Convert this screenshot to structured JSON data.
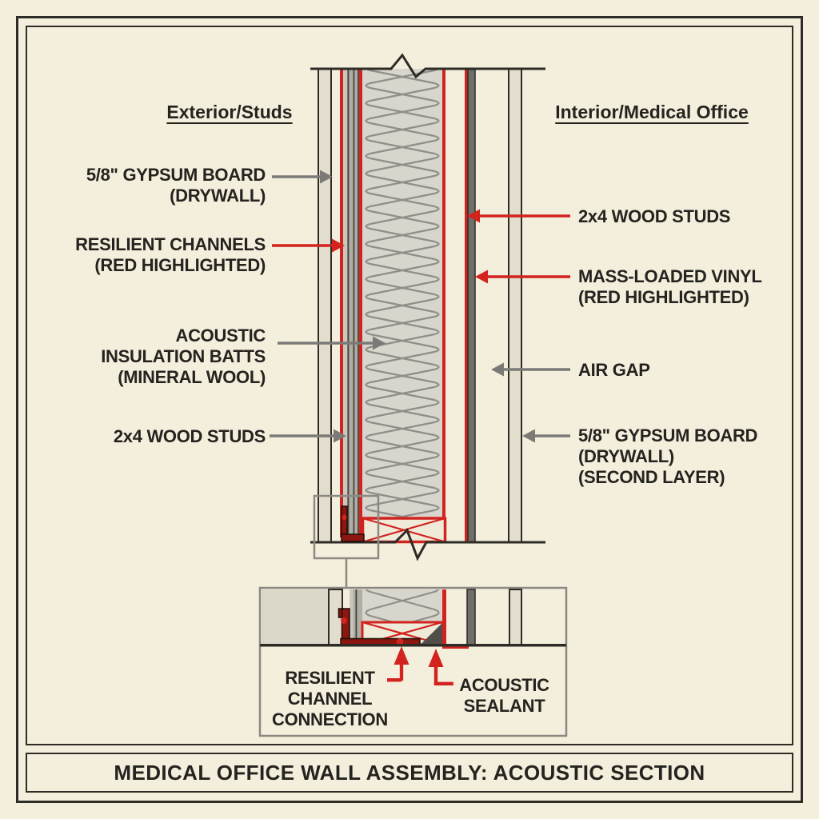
{
  "title": "MEDICAL OFFICE WALL ASSEMBLY: ACOUSTIC SECTION",
  "headings": {
    "left": "Exterior/Studs",
    "right": "Interior/Medical Office"
  },
  "left_labels": [
    {
      "id": "gypsum-left",
      "lines": [
        "5/8\" GYPSUM BOARD",
        "(DRYWALL)"
      ],
      "arrow": "gray"
    },
    {
      "id": "resilient-channels",
      "lines": [
        "RESILIENT CHANNELS",
        "(RED HIGHLIGHTED)"
      ],
      "arrow": "red"
    },
    {
      "id": "insulation",
      "lines": [
        "ACOUSTIC",
        "INSULATION BATTS",
        "(MINERAL WOOL)"
      ],
      "arrow": "gray"
    },
    {
      "id": "studs-left",
      "lines": [
        "2x4 WOOD STUDS"
      ],
      "arrow": "gray"
    }
  ],
  "right_labels": [
    {
      "id": "studs-right",
      "lines": [
        "2x4 WOOD STUDS"
      ],
      "arrow": "red"
    },
    {
      "id": "mass-loaded-vinyl",
      "lines": [
        "MASS-LOADED VINYL",
        "(RED HIGHLIGHTED)"
      ],
      "arrow": "red"
    },
    {
      "id": "air-gap",
      "lines": [
        "AIR GAP"
      ],
      "arrow": "gray"
    },
    {
      "id": "gypsum-right",
      "lines": [
        "5/8\" GYPSUM BOARD",
        "(DRYWALL)",
        "(SECOND LAYER)"
      ],
      "arrow": "gray"
    }
  ],
  "detail_labels": [
    {
      "id": "resilient-channel-connection",
      "lines": [
        "RESILIENT",
        "CHANNEL",
        "CONNECTION"
      ],
      "arrow": "red"
    },
    {
      "id": "acoustic-sealant",
      "lines": [
        "ACOUSTIC",
        "SEALANT"
      ],
      "arrow": "red"
    }
  ],
  "colors": {
    "background": "#f4eedc",
    "line": "#2e2c27",
    "text": "#25231f",
    "red": "#d2231e",
    "arrow_gray": "#7b7a76",
    "box_gray": "#8b8983",
    "gypsum": "#e2ddcc",
    "insulation_fill": "#d8d5cd",
    "insulation_line": "#8f8e88",
    "mlv": "#6f6e69",
    "channel_metal": "#b0ada4",
    "channel_metal_light": "#cac7bd",
    "channel_red": "#8c1710",
    "plate_fill": "#f0ead9",
    "sealant": "#4f4e49",
    "panel_fill": "#dbd7c9"
  }
}
